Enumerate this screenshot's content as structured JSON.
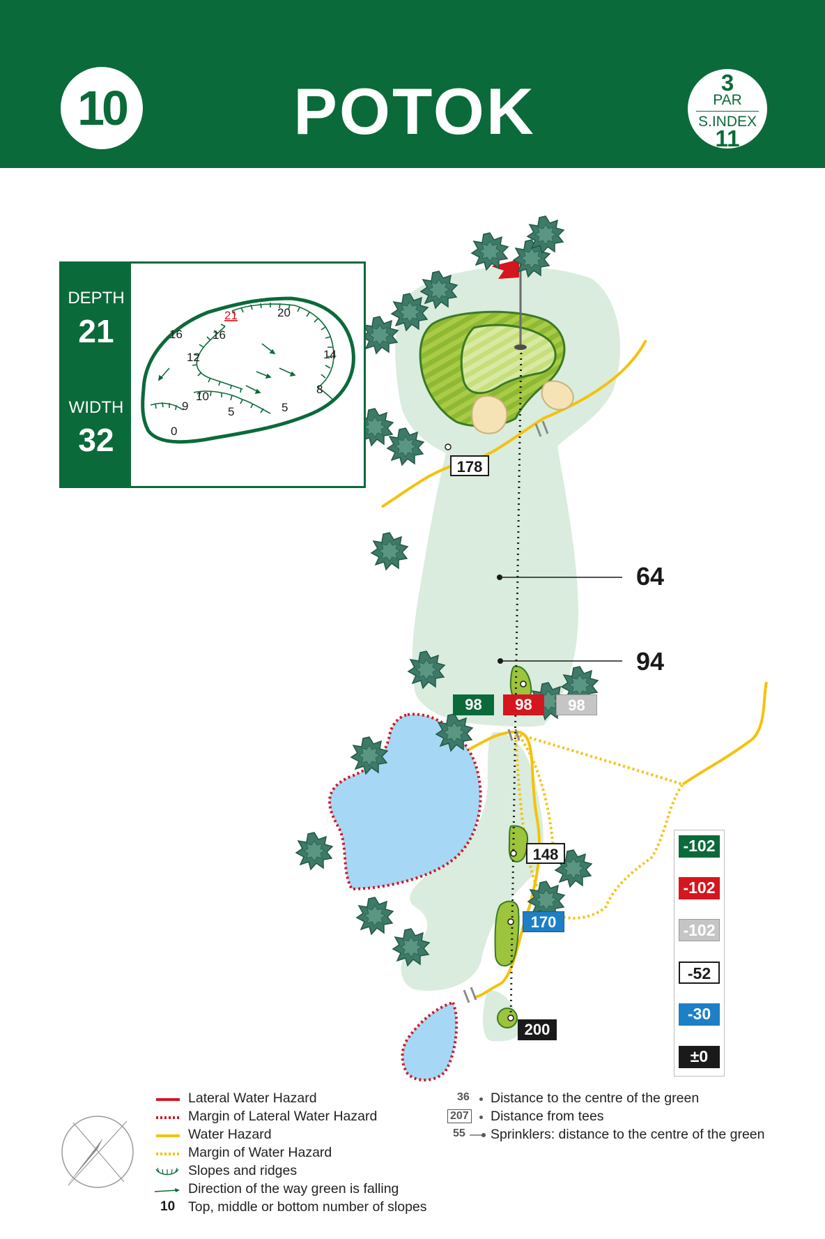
{
  "header": {
    "hole_number": "10",
    "hole_name": "POTOK",
    "par_value": "3",
    "par_label": "PAR",
    "sindex_label": "S.INDEX",
    "sindex_value": "11"
  },
  "green_inset": {
    "depth_label": "DEPTH",
    "depth_value": "21",
    "width_label": "WIDTH",
    "width_value": "32",
    "slope_numbers": [
      "16",
      "21",
      "20",
      "16",
      "12",
      "14",
      "8",
      "9",
      "10",
      "5",
      "5",
      "0"
    ]
  },
  "map": {
    "tee_distance_label": "178",
    "sprinkler_distances": [
      "64",
      "94"
    ],
    "marker_distances": {
      "green": "98",
      "red": "98",
      "white": "98"
    },
    "tees": [
      {
        "label": "148",
        "style": "white"
      },
      {
        "label": "170",
        "style": "blue"
      },
      {
        "label": "200",
        "style": "black"
      }
    ],
    "colors": {
      "header": "#0b6a3a",
      "fairway": "#d9ecdd",
      "green": "#9cc43c",
      "water": "#a6d8f5",
      "lateral_hazard": "#d5161e",
      "water_hazard": "#f4c20d",
      "bunker": "#f5e3b5"
    }
  },
  "tee_panel": [
    {
      "value": "-102",
      "style": "green"
    },
    {
      "value": "-102",
      "style": "red"
    },
    {
      "value": "-102",
      "style": "grey"
    },
    {
      "value": "-52",
      "style": "white"
    },
    {
      "value": "-30",
      "style": "blue"
    },
    {
      "value": "±0",
      "style": "black"
    }
  ],
  "legend": {
    "items": [
      {
        "text": "Lateral Water Hazard",
        "icon": "red-line"
      },
      {
        "text": "Margin of Lateral Water Hazard",
        "icon": "red-dotted-line"
      },
      {
        "text": "Water Hazard",
        "icon": "yellow-line"
      },
      {
        "text": "Margin of  Water Hazard",
        "icon": "yellow-dotted-line"
      },
      {
        "text": "Slopes and ridges",
        "icon": "slope-icon"
      },
      {
        "text": "Direction of the way green is falling",
        "icon": "arrow-icon"
      },
      {
        "text": "Top, middle or bottom number of slopes",
        "icon_text": "10"
      }
    ],
    "right_items": [
      {
        "sample": "36",
        "text": "Distance to the centre of the green"
      },
      {
        "sample": "207",
        "text": "Distance from tees"
      },
      {
        "sample": "55",
        "text": "Sprinklers: distance to the centre of the green"
      }
    ]
  }
}
